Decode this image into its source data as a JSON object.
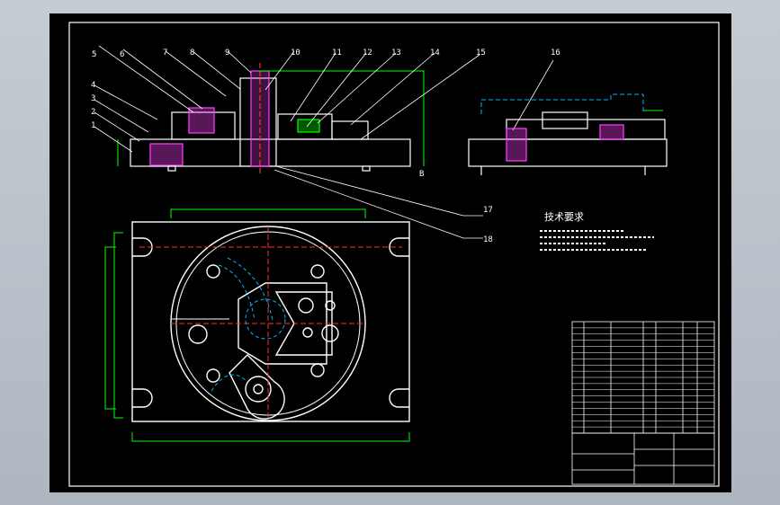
{
  "drawing": {
    "part_numbers": [
      "1",
      "2",
      "3",
      "4",
      "5",
      "6",
      "7",
      "8",
      "9",
      "10",
      "11",
      "12",
      "13",
      "14",
      "15",
      "16",
      "17",
      "18"
    ],
    "section_mark": "B",
    "tech_title": "技术要求",
    "tech_lines": [
      "",
      "",
      "",
      ""
    ],
    "title_block": {
      "name": "",
      "scale": "",
      "sheet": ""
    }
  },
  "colors": {
    "background": "#000000",
    "lines": "#ffffff",
    "dimension": "#00ff00",
    "hidden": "#00b4ff",
    "center": "#ff3030",
    "hatch": "#ff40ff"
  }
}
